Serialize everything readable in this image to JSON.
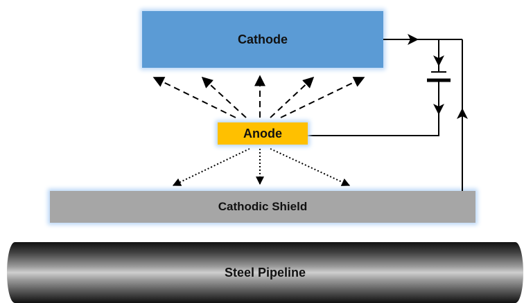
{
  "labels": {
    "cathode": "Cathode",
    "anode": "Anode",
    "shield": "Cathodic Shield",
    "pipeline": "Steel Pipeline"
  },
  "colors": {
    "cathode": "#5b9bd5",
    "anode": "#ffc000",
    "shield": "#a6a6a6",
    "glow": "#bcd8f7",
    "lines": "#000000"
  }
}
